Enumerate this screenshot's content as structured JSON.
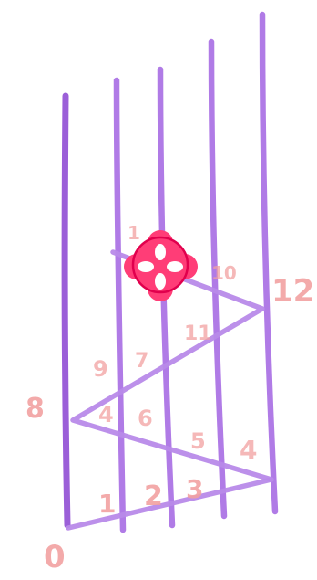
{
  "labels": {
    "count_left": "8",
    "count_right": "12",
    "origin": "0",
    "row1": [
      "1",
      "2",
      "3"
    ],
    "row2": [
      "4",
      "5",
      "6"
    ],
    "row3": [
      "9",
      "7",
      "11"
    ],
    "extra_top": [
      "1",
      "10"
    ],
    "extra_right_mid": "4"
  },
  "colors": {
    "line": "#b07be6",
    "label": "#f2a1a1",
    "flower": "#ff3d77"
  }
}
